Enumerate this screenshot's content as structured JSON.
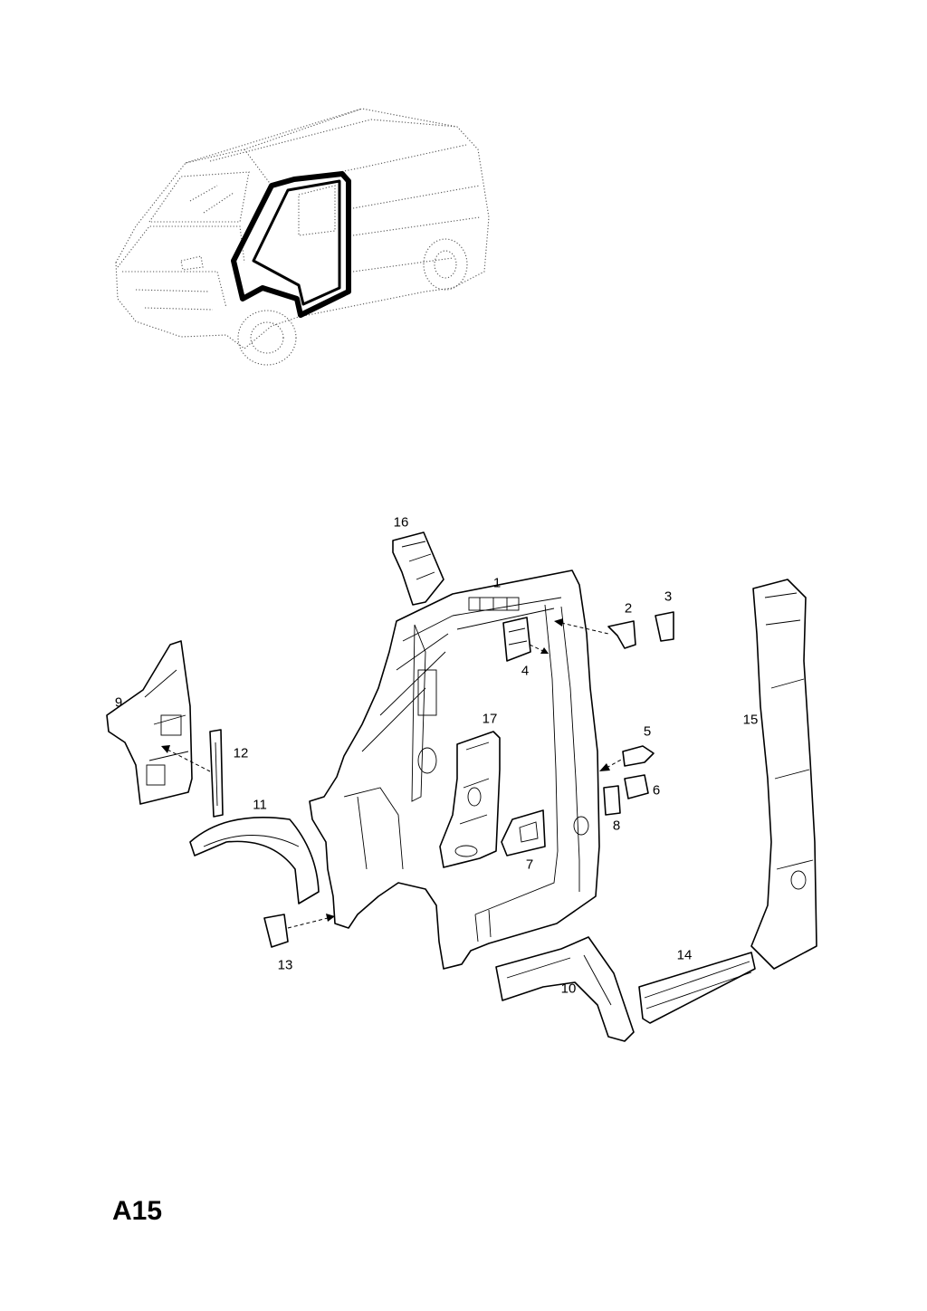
{
  "diagram": {
    "page_code": "A15",
    "callouts": [
      "1",
      "2",
      "3",
      "4",
      "5",
      "6",
      "7",
      "8",
      "9",
      "10",
      "11",
      "12",
      "13",
      "14",
      "15",
      "16",
      "17"
    ]
  }
}
